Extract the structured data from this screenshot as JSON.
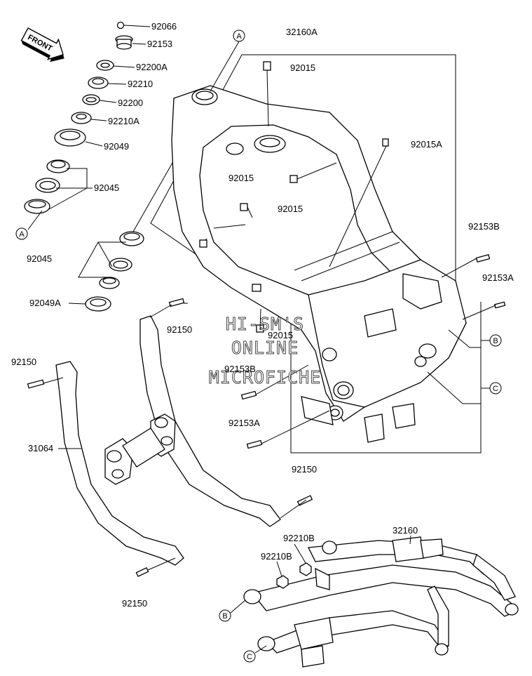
{
  "labels": {
    "p92066": "92066",
    "p92153": "92153",
    "p92200A": "92200A",
    "p92210": "92210",
    "p92200": "92200",
    "p92210A": "92210A",
    "p92049": "92049",
    "p92045_top": "92045",
    "p92045_mid": "92045",
    "p92049A": "92049A",
    "p32160A": "32160A",
    "p92015_top": "92015",
    "p92015A": "92015A",
    "p92015_left": "92015",
    "p92015_right": "92015",
    "p92015_bottom": "92015",
    "p92153B_right": "92153B",
    "p92153A_right": "92153A",
    "p92150_center": "92150",
    "p92150_left": "92150",
    "p92153B_center": "92153B",
    "p31064": "31064",
    "p92153A_center": "92153A",
    "p92150_lower": "92150",
    "p92150_bottom": "92150",
    "p92210B_a": "92210B",
    "p92210B_b": "92210B",
    "p32160": "32160"
  },
  "markers": {
    "a_top": "A",
    "a_left": "A",
    "b_right": "B",
    "c_right": "C",
    "b_bottom": "B",
    "c_bottom": "C"
  },
  "front_badge": "FRONT",
  "watermark": [
    "HI-SM'S",
    "ONLINE",
    "MICROFICHE"
  ]
}
